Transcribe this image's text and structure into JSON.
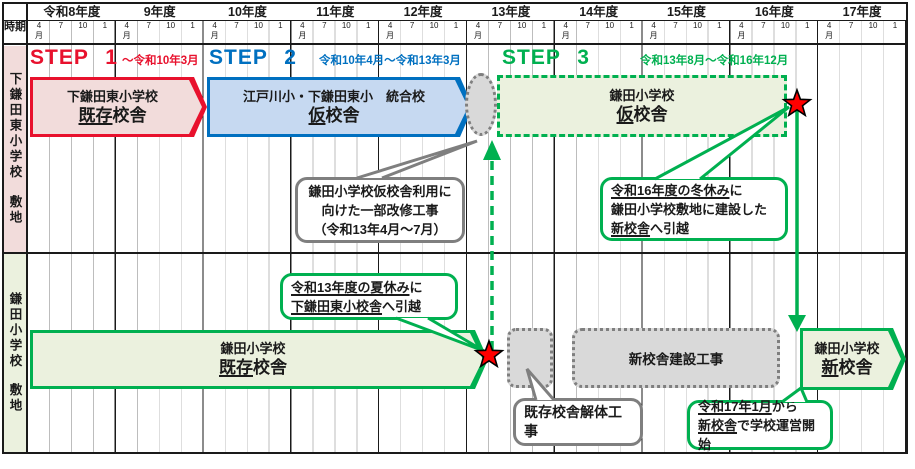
{
  "header": {
    "period_label": "時期",
    "years": [
      "令和8年度",
      "9年度",
      "10年度",
      "11年度",
      "12年度",
      "13年度",
      "14年度",
      "15年度",
      "16年度",
      "17年度"
    ],
    "quarter_months": [
      "4",
      "7",
      "10",
      "1"
    ],
    "month_suffix": "月"
  },
  "sites": [
    {
      "name": "下鎌田東小学校",
      "suffix": "敷地"
    },
    {
      "name": "鎌田小学校",
      "suffix": "敷地"
    }
  ],
  "steps": [
    {
      "label": "STEP 1",
      "period": "～令和10年3月"
    },
    {
      "label": "STEP 2",
      "period": "令和10年4月～令和13年3月"
    },
    {
      "label": "STEP 3",
      "period": "令和13年8月～令和16年12月"
    }
  ],
  "bars": {
    "step1": {
      "line1": "下鎌田東小学校",
      "em": "既存",
      "rest": "校舎"
    },
    "step2": {
      "line1": "江戸川小・下鎌田東小　統合校",
      "em": "仮",
      "rest": "校舎"
    },
    "step3": {
      "line1": "鎌田小学校",
      "em": "仮",
      "rest": "校舎"
    },
    "kamata_existing": {
      "line1": "鎌田小学校",
      "em": "既存",
      "rest": "校舎"
    },
    "kamata_new": {
      "line1": "鎌田小学校",
      "em": "新",
      "rest": "校舎"
    },
    "construction": "新校舎建設工事"
  },
  "callouts": {
    "renovation": {
      "line1": "鎌田小学校仮校舎利用に",
      "line2": "向けた一部改修工事",
      "line3": "（令和13年4月～7月）"
    },
    "winter_move": {
      "u1": "令和16年度の冬休み",
      "r1": "に",
      "line2": "鎌田小学校敷地に建設した",
      "u2": "新校舎",
      "r2": "へ引越"
    },
    "summer_move": {
      "u1": "令和13年度の夏休み",
      "r1": "に",
      "u2": "下鎌田東小校舎",
      "r2": "へ引越"
    },
    "demolition": "既存校舎解体工事",
    "opening": {
      "u1": "令和17年1月",
      "r1": "から",
      "u2": "新校舎",
      "r2": "で学校運営開始"
    }
  },
  "colors": {
    "step1_border": "#e8112d",
    "step1_fill": "#f2dcdb",
    "step2_border": "#0070c0",
    "step2_fill": "#c6d9f1",
    "green_border": "#00b050",
    "green_fill": "#ebf1de",
    "gray_border": "#7f7f7f",
    "gray_fill": "#d9d9d9",
    "site1_bg": "#f2dcdb",
    "site2_bg": "#ebf1de",
    "star": "#ff0000"
  }
}
